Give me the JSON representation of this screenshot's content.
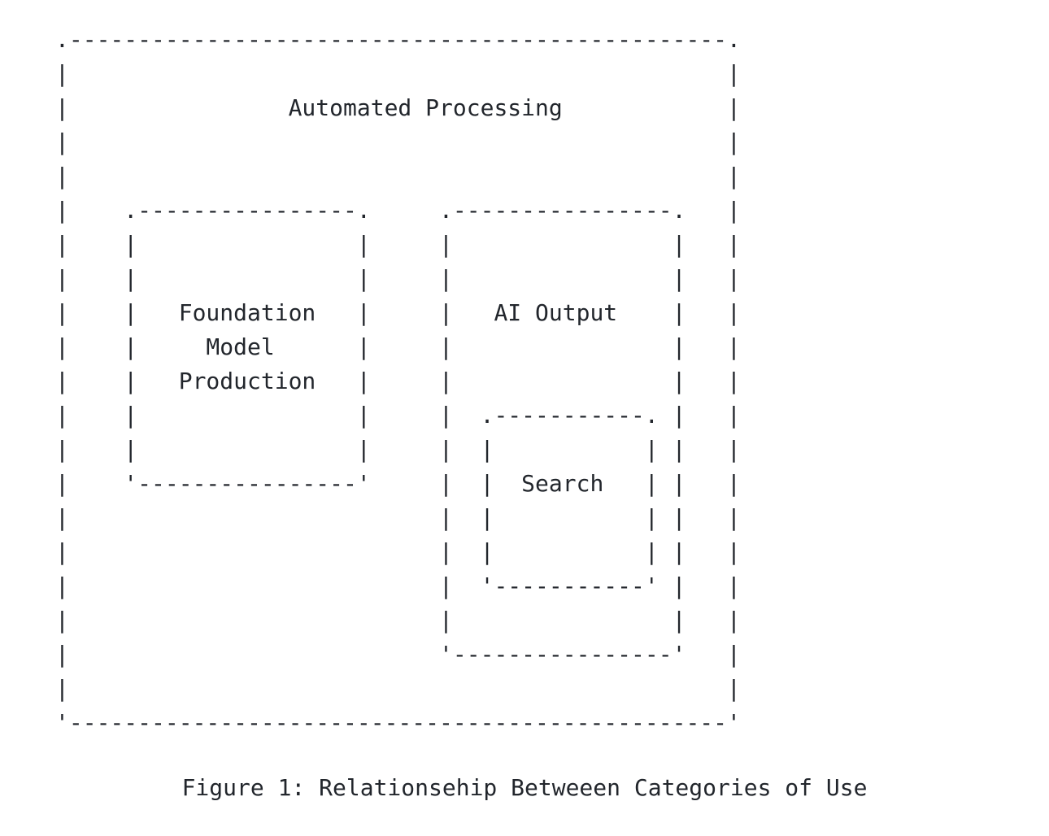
{
  "figure": {
    "caption": "Figure 1: Relationsehip Betweeen Categories of Use",
    "background_color": "#ffffff",
    "text_color": "#22262c",
    "style": "ascii-art-monospace"
  },
  "diagram": {
    "title": "Automated Processing",
    "outer_box": {
      "label": "Automated Processing",
      "corner_top_left": ".",
      "corner_top_right": ".",
      "corner_bottom_left": "'",
      "corner_bottom_right": "'",
      "horizontal_char": "-",
      "vertical_char": "|"
    },
    "boxes": [
      {
        "name": "automated-processing",
        "label": "Automated Processing",
        "lines": [
          "Automated Processing"
        ],
        "depth": 0,
        "parent": null
      },
      {
        "name": "foundation-model-production",
        "label": "Foundation Model Production",
        "lines": [
          "Foundation",
          "Model",
          "Production"
        ],
        "depth": 1,
        "parent": "automated-processing"
      },
      {
        "name": "ai-output",
        "label": "AI Output",
        "lines": [
          "AI Output"
        ],
        "depth": 1,
        "parent": "automated-processing"
      },
      {
        "name": "search",
        "label": "Search",
        "lines": [
          "Search"
        ],
        "depth": 2,
        "parent": "ai-output"
      }
    ],
    "relationships": [
      "Foundation Model Production is contained within Automated Processing",
      "AI Output is contained within Automated Processing",
      "Search is contained within AI Output"
    ],
    "ascii": ".------------------------------------------------.\n|                                                |\n|                Automated Processing            |\n|                                                |\n|                                                |\n|    .----------------.     .----------------.   |\n|    |                |     |                |   |\n|    |                |     |                |   |\n|    |   Foundation   |     |   AI Output    |   |\n|    |     Model      |     |                |   |\n|    |   Production   |     |                |   |\n|    |                |     |  .-----------. |   |\n|    |                |     |  |           | |   |\n|    '----------------'     |  |  Search   | |   |\n|                           |  |           | |   |\n|                           |  |           | |   |\n|                           |  '-----------' |   |\n|                           |                |   |\n|                           '----------------'   |\n|                                                |\n'------------------------------------------------'"
  }
}
